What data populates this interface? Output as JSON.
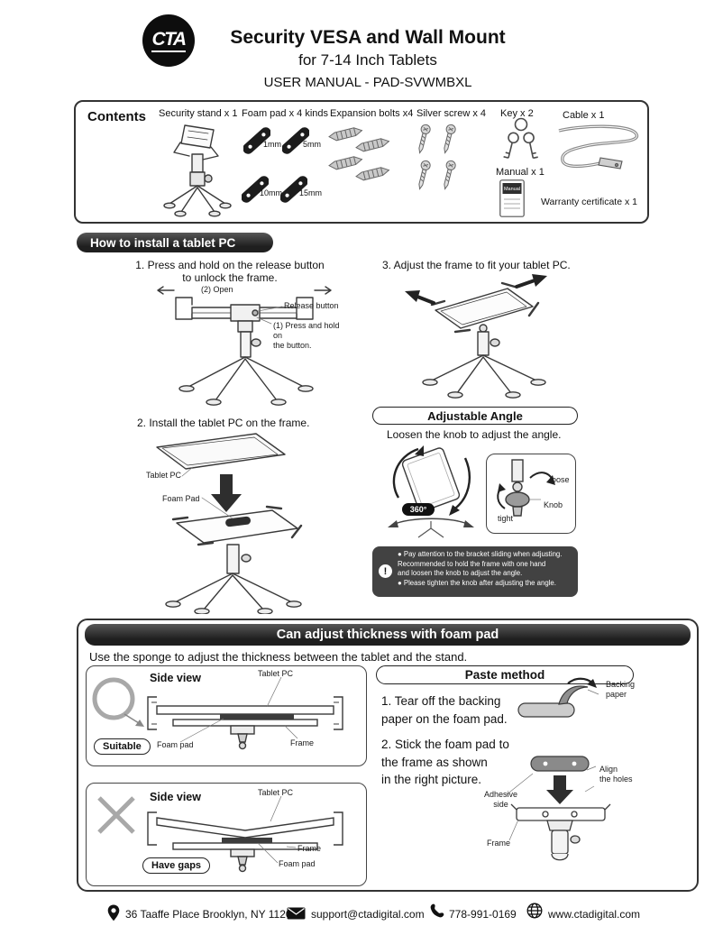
{
  "header": {
    "logo_text": "CTA",
    "title": "Security VESA and Wall Mount",
    "subtitle": "for 7-14 Inch Tablets",
    "manual_line": "USER MANUAL - PAD-SVWMBXL"
  },
  "contents": {
    "label": "Contents",
    "security_stand": "Security stand x 1",
    "foam_pad": "Foam pad x 4 kinds",
    "foam_sizes": [
      "1mm",
      "5mm",
      "10mm",
      "15mm"
    ],
    "expansion_bolts": "Expansion bolts x4",
    "silver_screw": "Silver screw x 4",
    "key": "Key x 2",
    "cable": "Cable x 1",
    "manual": "Manual x 1",
    "manual_cover": "Manual",
    "warranty": "Warranty certificate x 1"
  },
  "install": {
    "banner": "How to install a tablet PC",
    "step1": "1. Press and hold on the release button\nto unlock the frame.",
    "step1_open": "(2) Open",
    "step1_release": "Release button",
    "step1_press": "(1) Press and hold on\nthe button.",
    "step2": "2. Install the tablet PC on the frame.",
    "step2_tablet": "Tablet PC",
    "step2_foam": "Foam Pad",
    "step3": "3. Adjust the frame to fit your tablet PC."
  },
  "angle": {
    "title": "Adjustable Angle",
    "caption": "Loosen the knob to adjust the angle.",
    "deg": "360°",
    "loose": "loose",
    "knob": "Knob",
    "tight": "tight",
    "warning_icon": "!",
    "warning": "● Pay attention to the bracket sliding when adjusting.\nRecommended to hold the frame with one hand\nand loosen the knob to adjust the angle.\n● Please tighten the knob after adjusting the angle."
  },
  "foam": {
    "banner": "Can adjust thickness with foam pad",
    "intro": "Use the sponge to adjust the thickness between the tablet and the stand.",
    "suitable": {
      "side_view": "Side view",
      "tablet": "Tablet PC",
      "foam_pad": "Foam pad",
      "frame": "Frame",
      "badge": "Suitable"
    },
    "gaps": {
      "side_view": "Side view",
      "tablet": "Tablet PC",
      "frame": "Frame",
      "foam_pad": "Foam pad",
      "badge": "Have gaps"
    },
    "paste": {
      "title": "Paste method",
      "step1": "1. Tear off the backing\npaper on the foam pad.",
      "backing": "Backing\npaper",
      "step2": "2. Stick the foam pad to\nthe frame as shown\nin the right picture.",
      "align": "Align\nthe holes",
      "adhesive": "Adhesive\nside",
      "frame": "Frame"
    }
  },
  "footer": {
    "address": "36 Taaffe Place Brooklyn, NY 11205",
    "email": "support@ctadigital.com",
    "phone": "778-991-0169",
    "website": "www.ctadigital.com"
  }
}
